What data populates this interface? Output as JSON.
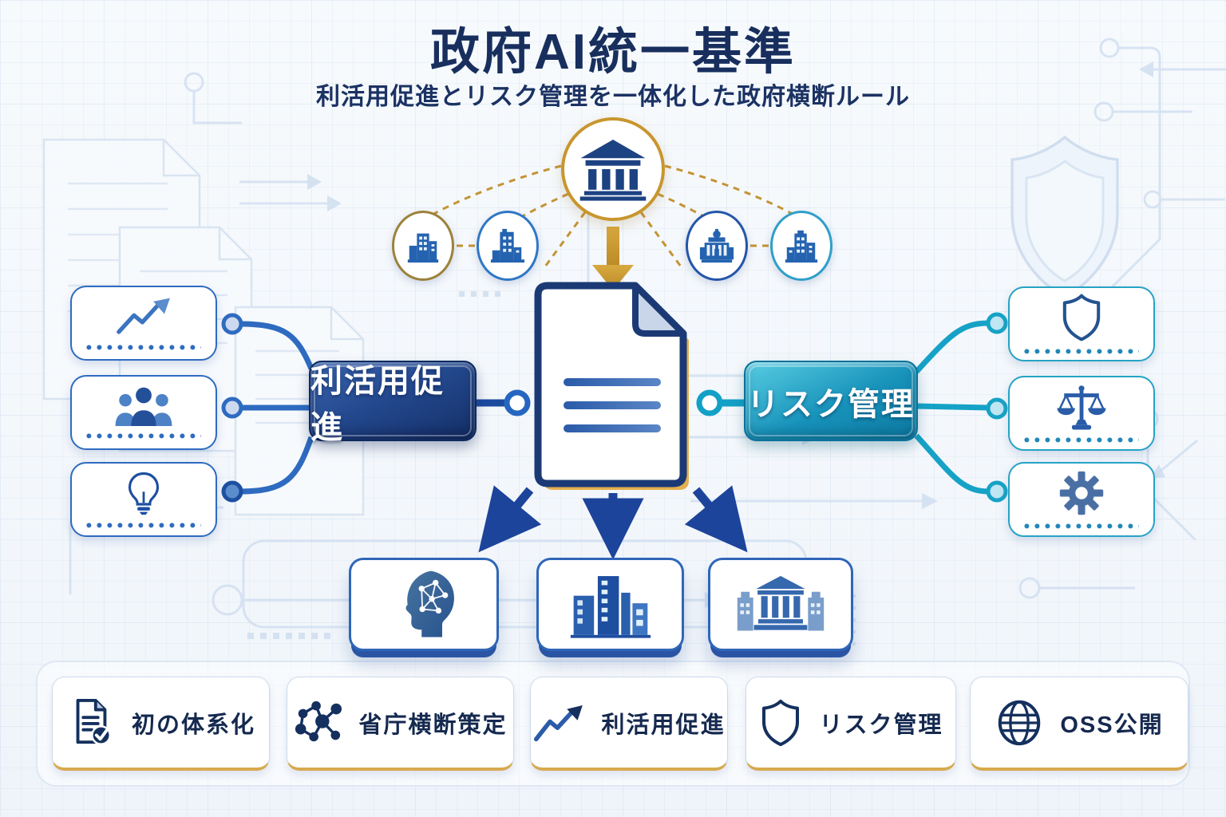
{
  "header": {
    "title": "政府AI統一基準",
    "subtitle": "利活用促進とリスク管理を一体化した政府横断ルール"
  },
  "network": {
    "center_icon": "government-building-icon",
    "agency_icons": [
      "office-building-icon",
      "office-building-icon",
      "capitol-building-icon",
      "office-building-icon"
    ],
    "arrow": "gold-down-arrow",
    "document_icon": "policy-document-icon"
  },
  "branches": {
    "left": {
      "label": "利活用促進",
      "color": "#1b3c80"
    },
    "right": {
      "label": "リスク管理",
      "color": "#1792ba"
    }
  },
  "left_panel": {
    "items": [
      {
        "icon": "trend-chart-icon"
      },
      {
        "icon": "people-group-icon"
      },
      {
        "icon": "lightbulb-icon"
      }
    ]
  },
  "right_panel": {
    "items": [
      {
        "icon": "shield-outline-icon"
      },
      {
        "icon": "scales-icon"
      },
      {
        "icon": "gear-icon"
      }
    ]
  },
  "outputs": {
    "items": [
      {
        "icon": "ai-head-icon"
      },
      {
        "icon": "city-buildings-icon"
      },
      {
        "icon": "government-complex-icon"
      }
    ]
  },
  "footer": {
    "cards": [
      {
        "icon": "document-check-icon",
        "label": "初の体系化"
      },
      {
        "icon": "network-nodes-icon",
        "label": "省庁横断策定"
      },
      {
        "icon": "trend-arrow-icon",
        "label": "利活用促進"
      },
      {
        "icon": "shield-icon",
        "label": "リスク管理"
      },
      {
        "icon": "globe-icon",
        "label": "OSS公開"
      }
    ]
  },
  "colors": {
    "navy": "#182f5e",
    "gold": "#c8962e",
    "blue": "#2e6bc0",
    "teal": "#16a2c6"
  }
}
